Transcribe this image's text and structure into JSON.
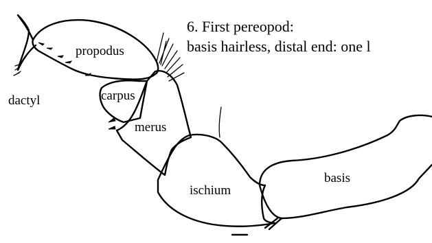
{
  "figure": {
    "title": "6. First pereopod:",
    "subtitle": "basis hairless, distal end: one l",
    "labels": {
      "propodus": "propodus",
      "dactyl": "dactyl",
      "carpus": "carpus",
      "merus": "merus",
      "ischium": "ischium",
      "basis": "basis"
    }
  }
}
